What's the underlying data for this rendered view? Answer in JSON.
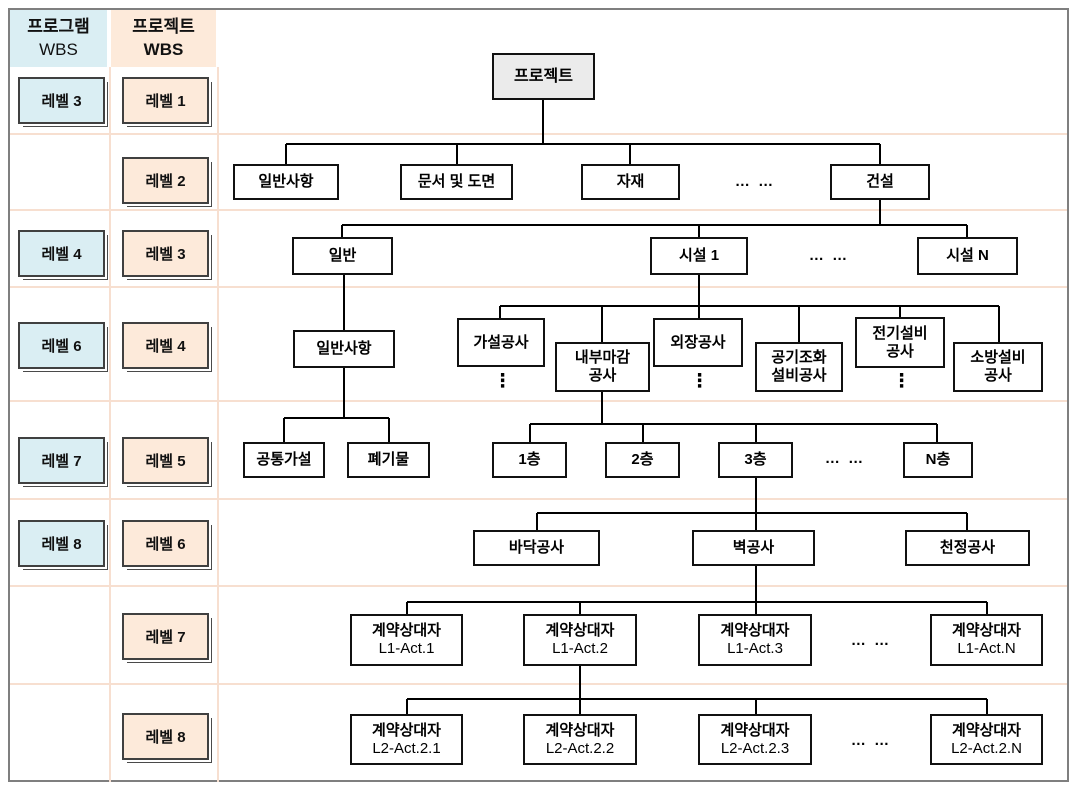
{
  "colors": {
    "program_fill": "#daeef3",
    "project_fill": "#fdeada",
    "grid_line": "#f7dfd0",
    "root_fill": "#ebebeb",
    "node_border": "#111111",
    "frame_border": "#7f7f7f",
    "connector": "#000000"
  },
  "program_column": {
    "title_line1": "프로그램",
    "title_line2": "WBS",
    "badges": [
      "레벨 3",
      "레벨 4",
      "레벨 6",
      "레벨 7",
      "레벨 8"
    ]
  },
  "project_column": {
    "title_line1": "프로젝트",
    "title_line2": "WBS",
    "badges": [
      "레벨 1",
      "레벨 2",
      "레벨 3",
      "레벨 4",
      "레벨 5",
      "레벨 6",
      "레벨 7",
      "레벨 8"
    ]
  },
  "tree": {
    "root": "프로젝트",
    "l2": [
      "일반사항",
      "문서 및 도면",
      "자재",
      "건설"
    ],
    "l3": [
      "일반",
      "시설 1",
      "시설 N"
    ],
    "l4_general": "일반사항",
    "l4": [
      {
        "line1": "가설공사",
        "line2": ""
      },
      {
        "line1": "내부마감",
        "line2": "공사"
      },
      {
        "line1": "외장공사",
        "line2": ""
      },
      {
        "line1": "공기조화",
        "line2": "설비공사"
      },
      {
        "line1": "전기설비",
        "line2": "공사"
      },
      {
        "line1": "소방설비",
        "line2": "공사"
      }
    ],
    "l5_left": [
      "공통가설",
      "폐기물"
    ],
    "l5": [
      "1층",
      "2층",
      "3층",
      "N층"
    ],
    "l6": [
      "바닥공사",
      "벽공사",
      "천정공사"
    ],
    "l7": [
      {
        "line1": "계약상대자",
        "line2": "L1-Act.1"
      },
      {
        "line1": "계약상대자",
        "line2": "L1-Act.2"
      },
      {
        "line1": "계약상대자",
        "line2": "L1-Act.3"
      },
      {
        "line1": "계약상대자",
        "line2": "L1-Act.N"
      }
    ],
    "l8": [
      {
        "line1": "계약상대자",
        "line2": "L2-Act.2.1"
      },
      {
        "line1": "계약상대자",
        "line2": "L2-Act.2.2"
      },
      {
        "line1": "계약상대자",
        "line2": "L2-Act.2.3"
      },
      {
        "line1": "계약상대자",
        "line2": "L2-Act.2.N"
      }
    ],
    "ellipsis_horizontal": "… …",
    "ellipsis_vertical": "⋮"
  }
}
